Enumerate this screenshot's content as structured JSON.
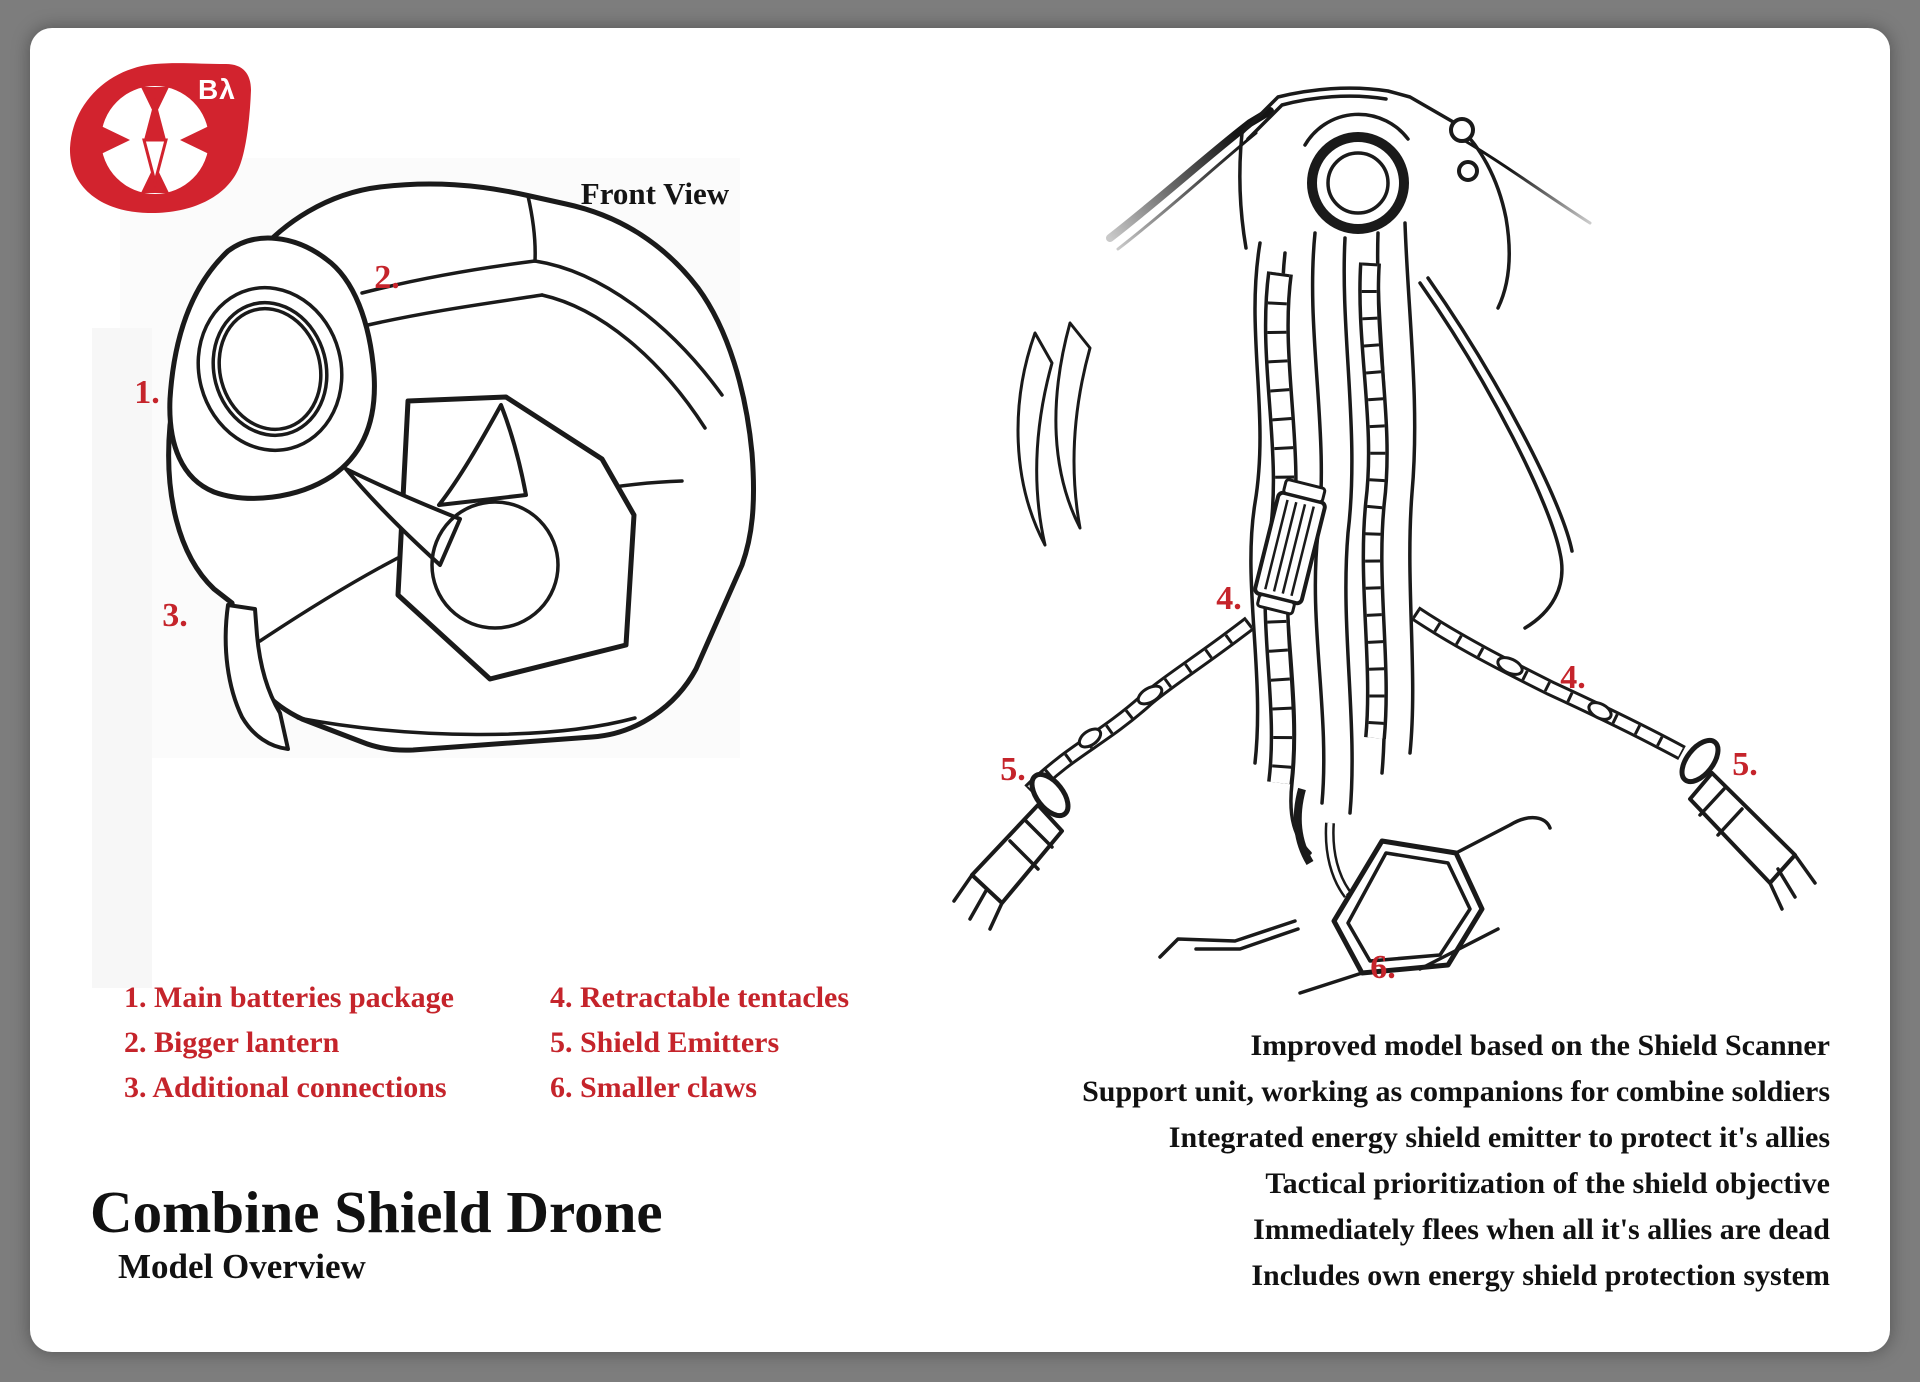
{
  "page": {
    "frame_color": "#7d7d7d",
    "paper_color": "#ffffff",
    "accent_red": "#c5242b",
    "logo_red": "#d2232e",
    "ink_color": "#141414"
  },
  "logo": {
    "monogram": "Bλ"
  },
  "front_view": {
    "title": "Front View"
  },
  "callouts": {
    "c1": "1.",
    "c2": "2.",
    "c3": "3.",
    "c4a": "4.",
    "c4b": "4.",
    "c5a": "5.",
    "c5b": "5.",
    "c6": "6."
  },
  "legend": {
    "column1": [
      "1. Main batteries package",
      "2. Bigger lantern",
      "3. Additional connections"
    ],
    "column2": [
      "4. Retractable tentacles",
      "5. Shield Emitters",
      "6. Smaller claws"
    ]
  },
  "title_block": {
    "title": "Combine Shield Drone",
    "subtitle": "Model Overview"
  },
  "description_lines": [
    "Improved model based on the Shield Scanner",
    "Support unit, working as companions for combine soldiers",
    "Integrated energy shield emitter to protect it's allies",
    "Tactical prioritization of the shield objective",
    "Immediately flees when all it's allies are dead",
    "Includes own energy shield protection system"
  ]
}
